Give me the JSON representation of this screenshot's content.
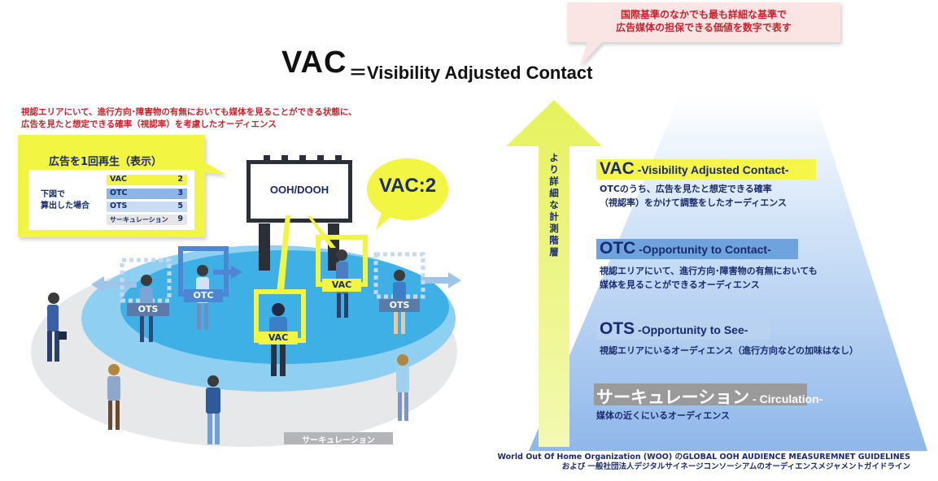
{
  "header": {
    "title_abbr": "VAC",
    "title_rest": "＝Visibility Adjusted Contact"
  },
  "callout": {
    "line1": "国際基準のなかでも最も詳細な基準で",
    "line2": "広告媒体の担保できる価値を数字で表す"
  },
  "left_note": {
    "line1": "視認エリアにいて、進行方向･障害物の有無においても媒体を見ることができる状態に、",
    "line2": "広告を見たと想定できる確率（視認率）を考慮したオーディエンス"
  },
  "playback_box": {
    "title": "広告を1回再生（表示）",
    "calc_label_1": "下図で",
    "calc_label_2": "算出した場合",
    "rows": [
      {
        "key": "VAC",
        "value": "2",
        "color": "#f2f542"
      },
      {
        "key": "OTC",
        "value": "3",
        "color": "#8db6e6"
      },
      {
        "key": "OTS",
        "value": "5",
        "color": "#c9dcf2"
      },
      {
        "key": "サーキュレーション",
        "value": "9",
        "color": "#e6e6e6"
      }
    ]
  },
  "billboard": {
    "label": "OOH/DOOH"
  },
  "vac_bubble": {
    "label": "VAC:2"
  },
  "scene_tags": {
    "otc": "OTC",
    "ots_left": "OTS",
    "ots_right": "OTS",
    "vac_a": "VAC",
    "vac_b": "VAC",
    "circulation": "サーキュレーション"
  },
  "vertical_text": "より詳細な計測階層",
  "levels": [
    {
      "abbr": "VAC",
      "sub": " -Visibility Adjusted Contact-",
      "desc1": "OTCのうち、広告を見たと想定できる確率",
      "desc2": "（視認率）をかけて調整をしたオーディエンス",
      "highlight": "#f5f54a",
      "text_color": "#1a2a6c"
    },
    {
      "abbr": "OTC",
      "sub": " -Opportunity to Contact-",
      "desc1": "視認エリアにいて、進行方向･障害物の有無においても",
      "desc2": "媒体を見ることができるオーディエンス",
      "highlight": "#6fa3e0",
      "text_color": "#1a2a6c"
    },
    {
      "abbr": "OTS",
      "sub": " -Opportunity to See-",
      "desc1": "視認エリアにいるオーディエンス（進行方向などの加味はなし）",
      "desc2": "",
      "highlight": "#b8d2f0",
      "text_color": "#1a2a6c"
    },
    {
      "abbr": "サーキュレーション",
      "sub": " - Circulation-",
      "desc1": "媒体の近くにいるオーディエンス",
      "desc2": "",
      "highlight": "#9a9a9a",
      "text_color": "#ffffff"
    }
  ],
  "footnote": {
    "line1": "World Out Of Home Organization (WOO) のGLOBAL OOH AUDIENCE MEASUREMNET GUIDELINES",
    "line2": "および 一般社団法人デジタルサイネージコンソーシアムのオーディエンスメジャメントガイドライン"
  },
  "colors": {
    "accent_yellow": "#f2f542",
    "arrow_yellow": "#eef77a",
    "navy": "#1a2a6c",
    "red": "#c8232c",
    "circle_blue": "#41b3e6",
    "light_blue": "#7ec8ef",
    "gray_ellipse": "#e7e8ea"
  }
}
